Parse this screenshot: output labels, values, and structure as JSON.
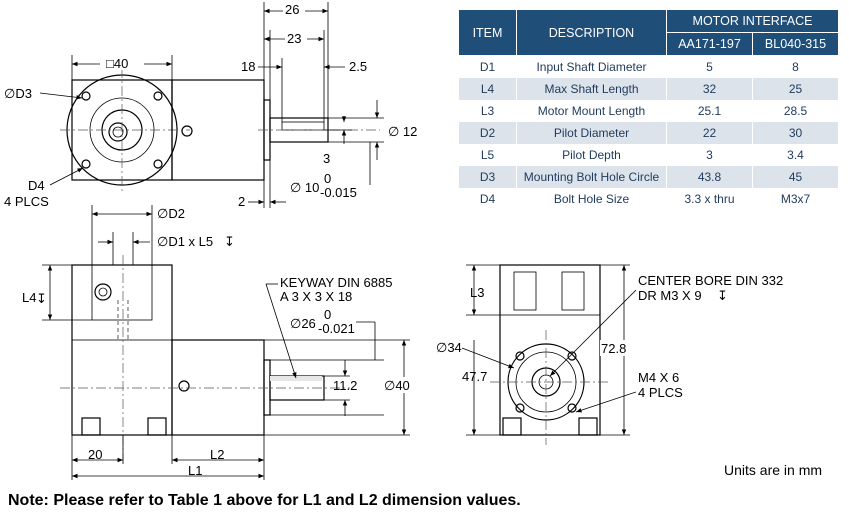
{
  "table": {
    "headers": {
      "item": "ITEM",
      "description": "DESCRIPTION",
      "motor_interface": "MOTOR INTERFACE",
      "col_a": "AA171-197",
      "col_b": "BL040-315"
    },
    "rows": [
      {
        "item": "D1",
        "description": "Input Shaft Diameter",
        "a": "5",
        "b": "8"
      },
      {
        "item": "L4",
        "description": "Max Shaft Length",
        "a": "32",
        "b": "25"
      },
      {
        "item": "L3",
        "description": "Motor Mount Length",
        "a": "25.1",
        "b": "28.5"
      },
      {
        "item": "D2",
        "description": "Pilot Diameter",
        "a": "22",
        "b": "30"
      },
      {
        "item": "L5",
        "description": "Pilot Depth",
        "a": "3",
        "b": "3.4"
      },
      {
        "item": "D3",
        "description": "Mounting Bolt Hole Circle",
        "a": "43.8",
        "b": "45"
      },
      {
        "item": "D4",
        "description": "Bolt Hole Size",
        "a": "3.3 x thru",
        "b": "M3x7"
      }
    ]
  },
  "dims": {
    "d26": "26",
    "d23": "23",
    "d18": "18",
    "d2_5": "2.5",
    "sq40": "□40",
    "dD3": "∅D3",
    "d12": "∅ 12",
    "d3": "3",
    "shaft10": "∅ 10",
    "shaft10_upper": "0",
    "shaft10_lower": "-0.015",
    "d2": "2",
    "d4": "D4",
    "plcs4": "4 PLCS",
    "dD2": "∅D2",
    "dD1": "∅D1 x L5",
    "depth_sym": "↧",
    "l4": "L4",
    "keyway1": "KEYWAY DIN 6885",
    "keyway2": "A 3 X 3 X 18",
    "d26b": "∅26",
    "d26b_upper": "0",
    "d26b_lower": "-0.021",
    "d11_2": "11.2",
    "d40": "∅40",
    "d20": "20",
    "l2": "L2",
    "l1": "L1",
    "l3": "L3",
    "center1": "CENTER BORE DIN 332",
    "center2": "DR M3 X 9",
    "d34": "∅34",
    "d47_7": "47.7",
    "d72_8": "72.8",
    "m4": "M4 X 6",
    "m4plcs": "4 PLCS"
  },
  "units_note": "Units are in mm",
  "footer_note": "Note: Please refer to Table 1 above for L1 and L2 dimension values.",
  "colors": {
    "header_bg": "#1f4e79",
    "row_alt": "#dde3eb",
    "row_text": "#1f3a5c"
  }
}
